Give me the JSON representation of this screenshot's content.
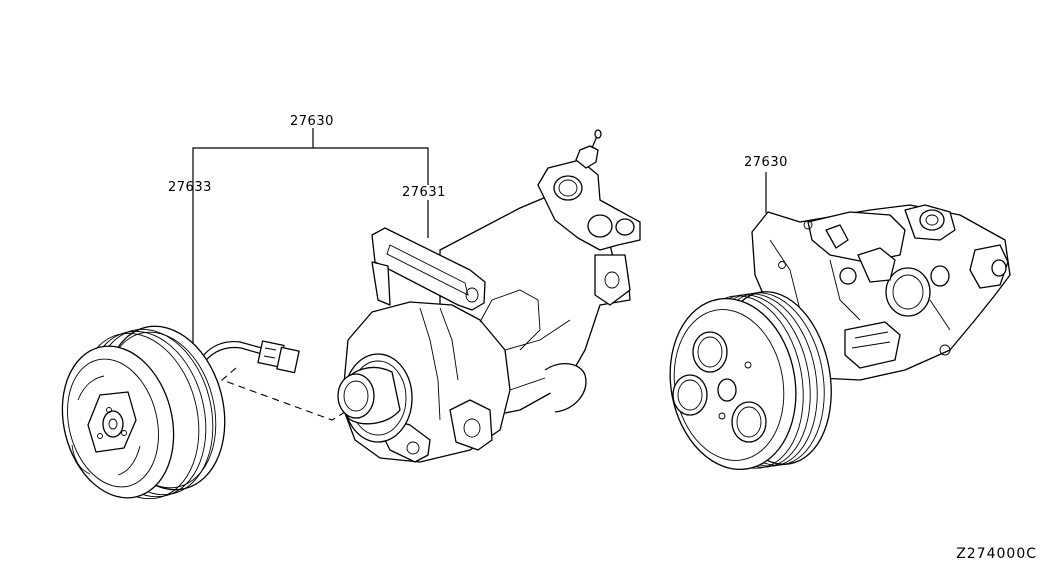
{
  "diagram": {
    "labels": {
      "assembly": "27630",
      "clutch": "27633",
      "compressor": "27631",
      "assembly_right": "27630"
    },
    "reference_code": "Z274000C"
  }
}
